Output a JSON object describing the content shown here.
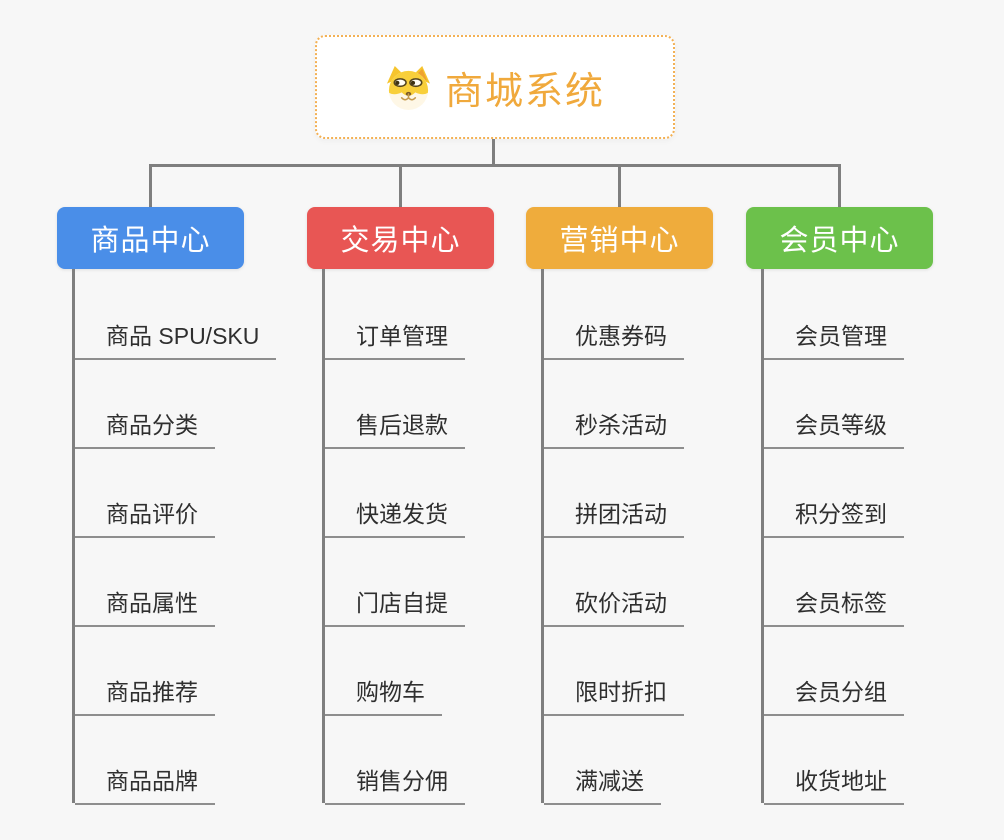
{
  "root": {
    "title": "商城系统",
    "icon": "dog-face-icon",
    "accent_color": "#F0A93C"
  },
  "columns": [
    {
      "title": "商品中心",
      "color": "#4A8EE8",
      "items": [
        "商品 SPU/SKU",
        "商品分类",
        "商品评价",
        "商品属性",
        "商品推荐",
        "商品品牌"
      ]
    },
    {
      "title": "交易中心",
      "color": "#E85654",
      "items": [
        "订单管理",
        "售后退款",
        "快递发货",
        "门店自提",
        "购物车",
        "销售分佣"
      ]
    },
    {
      "title": "营销中心",
      "color": "#EFAC3C",
      "items": [
        "优惠券码",
        "秒杀活动",
        "拼团活动",
        "砍价活动",
        "限时折扣",
        "满减送"
      ]
    },
    {
      "title": "会员中心",
      "color": "#6CC14B",
      "items": [
        "会员管理",
        "会员等级",
        "积分签到",
        "会员标签",
        "会员分组",
        "收货地址"
      ]
    }
  ],
  "connector_color": "#7F7F7F",
  "underline_color": "#8E8E8E",
  "background_color": "#F7F7F7"
}
